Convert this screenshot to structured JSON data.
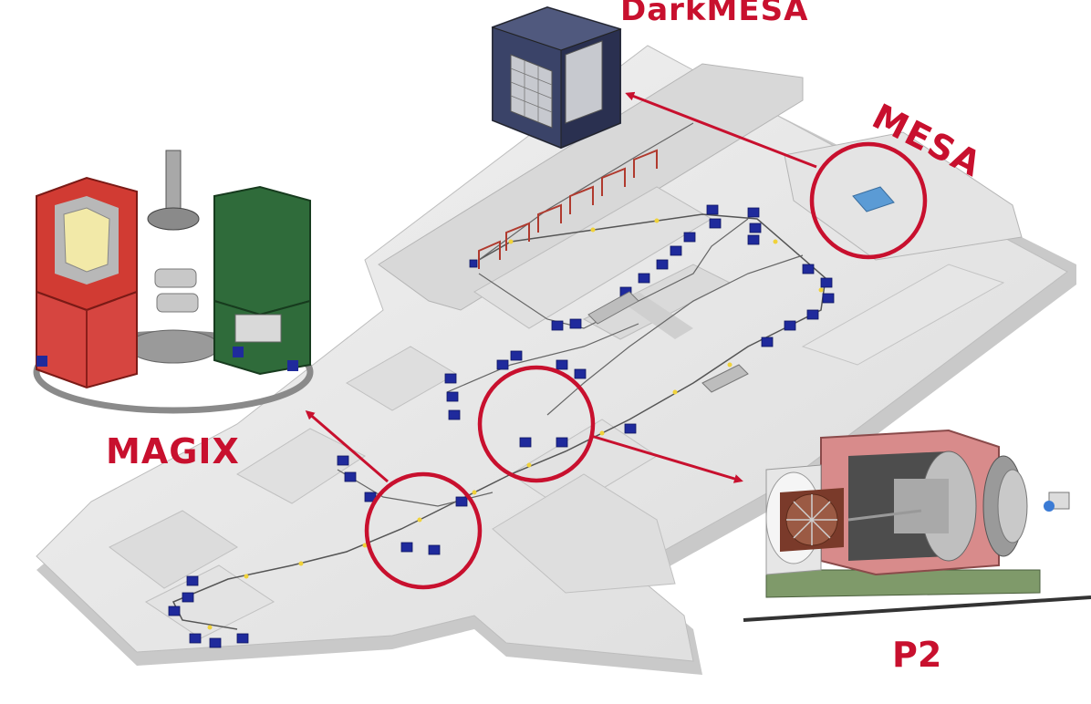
{
  "labels": {
    "darkmesa": "DarkMESA",
    "mesa": "MESA",
    "magix": "MAGIX",
    "p2": "P2"
  },
  "colors": {
    "accent_red": "#c8102e",
    "floor_top": "#e9e9e9",
    "wall": "#d6d6d6",
    "magnet_blue": "#1f2a9c",
    "beam_yellow": "#f0d23a"
  },
  "icons": {
    "darkmesa": "detector-cube-icon",
    "magix": "spectrometer-icon",
    "p2": "solenoid-detector-icon"
  }
}
